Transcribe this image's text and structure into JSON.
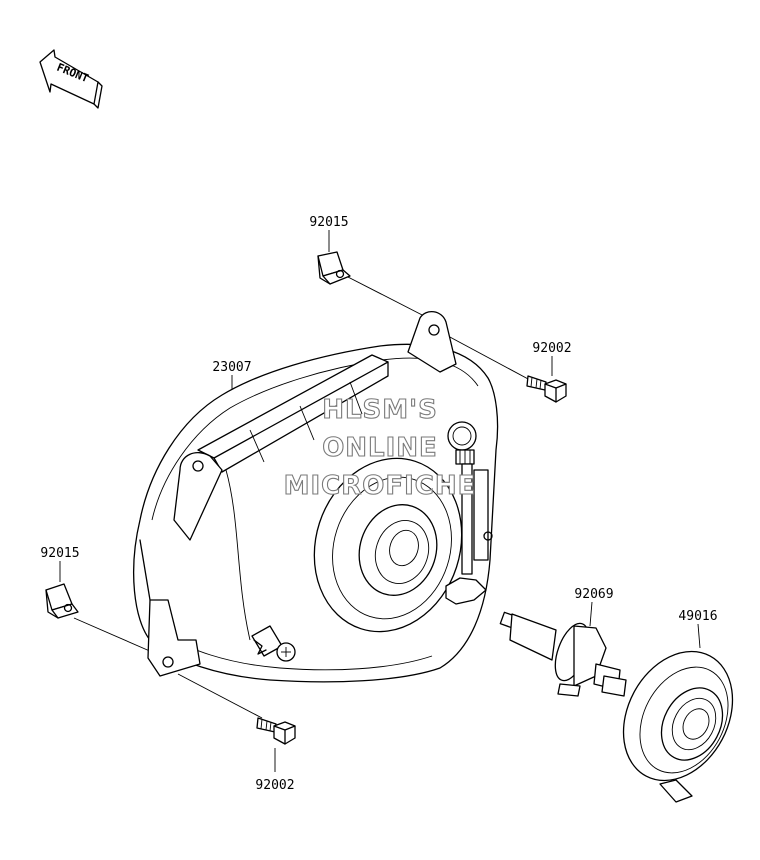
{
  "front_arrow": {
    "label": "FRONT"
  },
  "watermark": {
    "line1": "HLSM'S",
    "line2": "ONLINE",
    "line3": "MICROFICHE"
  },
  "parts": [
    {
      "number": "92015"
    },
    {
      "number": "92002"
    },
    {
      "number": "23007"
    },
    {
      "number": "92015"
    },
    {
      "number": "92069"
    },
    {
      "number": "49016"
    },
    {
      "number": "92002"
    }
  ]
}
